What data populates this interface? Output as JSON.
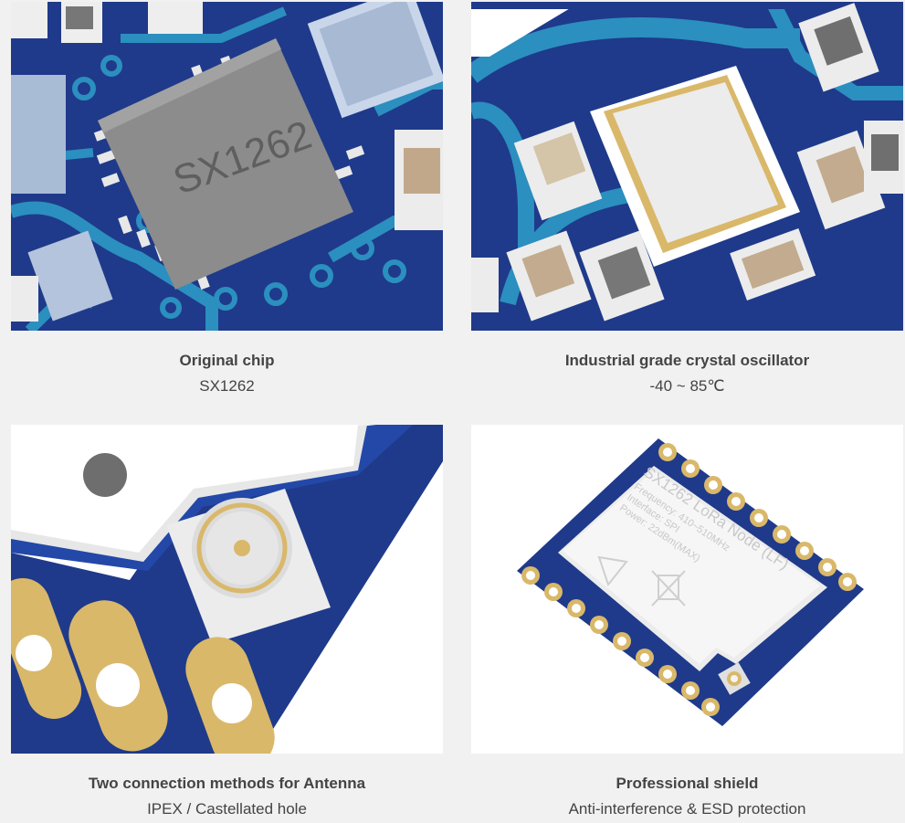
{
  "features": [
    {
      "image": "pcb-chip-closeup",
      "title": "Original chip",
      "subtitle": "SX1262",
      "chip_marking": "SX1262"
    },
    {
      "image": "crystal-oscillator-closeup",
      "title": "Industrial grade crystal oscillator",
      "subtitle": "-40 ~ 85℃"
    },
    {
      "image": "antenna-connector-closeup",
      "title": "Two connection methods for Antenna",
      "subtitle": "IPEX / Castellated hole"
    },
    {
      "image": "module-shield-overview",
      "title": "Professional shield",
      "subtitle": "Anti-interference & ESD protection",
      "shield_text": {
        "line1": "SX1262 LoRa Node (LF)",
        "line2": "Frequency: 410~510MHz",
        "line3": "Interface: SPI",
        "line4": "Power: 22dBm(MAX)"
      }
    }
  ],
  "colors": {
    "background": "#f1f1f1",
    "pcb_dark": "#1f3a8a",
    "pcb_trace": "#2b8fbf",
    "gold": "#d9b86a",
    "chip": "#8c8c8c"
  }
}
